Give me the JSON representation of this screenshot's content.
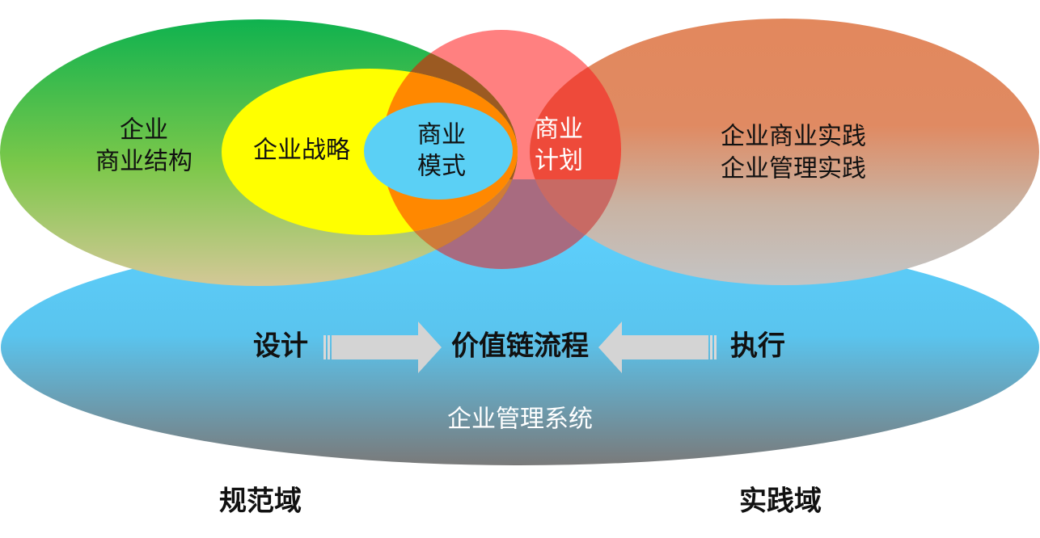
{
  "left_ellipse": {
    "line1": "企业",
    "line2": "商业结构"
  },
  "strategy": {
    "label": "企业战略"
  },
  "business_model": {
    "line1": "商业",
    "line2": "模式"
  },
  "business_plan": {
    "line1": "商业",
    "line2": "计划"
  },
  "right_ellipse": {
    "line1": "企业商业实践",
    "line2": "企业管理实践"
  },
  "flow": {
    "design": "设计",
    "value_chain": "价值链流程",
    "execute": "执行"
  },
  "system": {
    "label": "企业管理系统"
  },
  "domains": {
    "normative": "规范域",
    "practice": "实践域"
  },
  "colors": {
    "green": "#17b350",
    "yellow": "#ffff00",
    "cyan": "#5bd0f5",
    "pink": "#ff7f7f",
    "orange_salmon": "#e08860",
    "sky_blue": "#5ccffc",
    "orange_ring": "#ff8800",
    "red_overlap": "#ec4a3a",
    "arrow_gray": "#d4d4d4"
  }
}
